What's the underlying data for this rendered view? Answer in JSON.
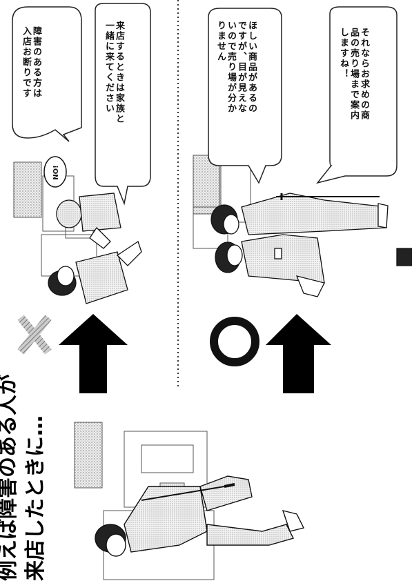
{
  "bubbles": {
    "refusal": {
      "lines": [
        "障害のある方は",
        "入店お断りです"
      ]
    },
    "family": {
      "lines": [
        "来店するときは家族と",
        "一緒に来てください"
      ]
    },
    "request": {
      "lines": [
        "ほしい商品があるの",
        "ですが、目が見えな",
        "いので売り場が分か",
        "りません"
      ]
    },
    "guide": {
      "lines": [
        "それならお求めの商",
        "品の売り場まで案内",
        "しますね！"
      ]
    }
  },
  "badge": {
    "text": "NO!"
  },
  "title": {
    "lines": [
      "例えば障害のある人が",
      "来店したときに…"
    ]
  },
  "marks": {
    "bad": "cross-mark",
    "good": "circle-mark"
  }
}
